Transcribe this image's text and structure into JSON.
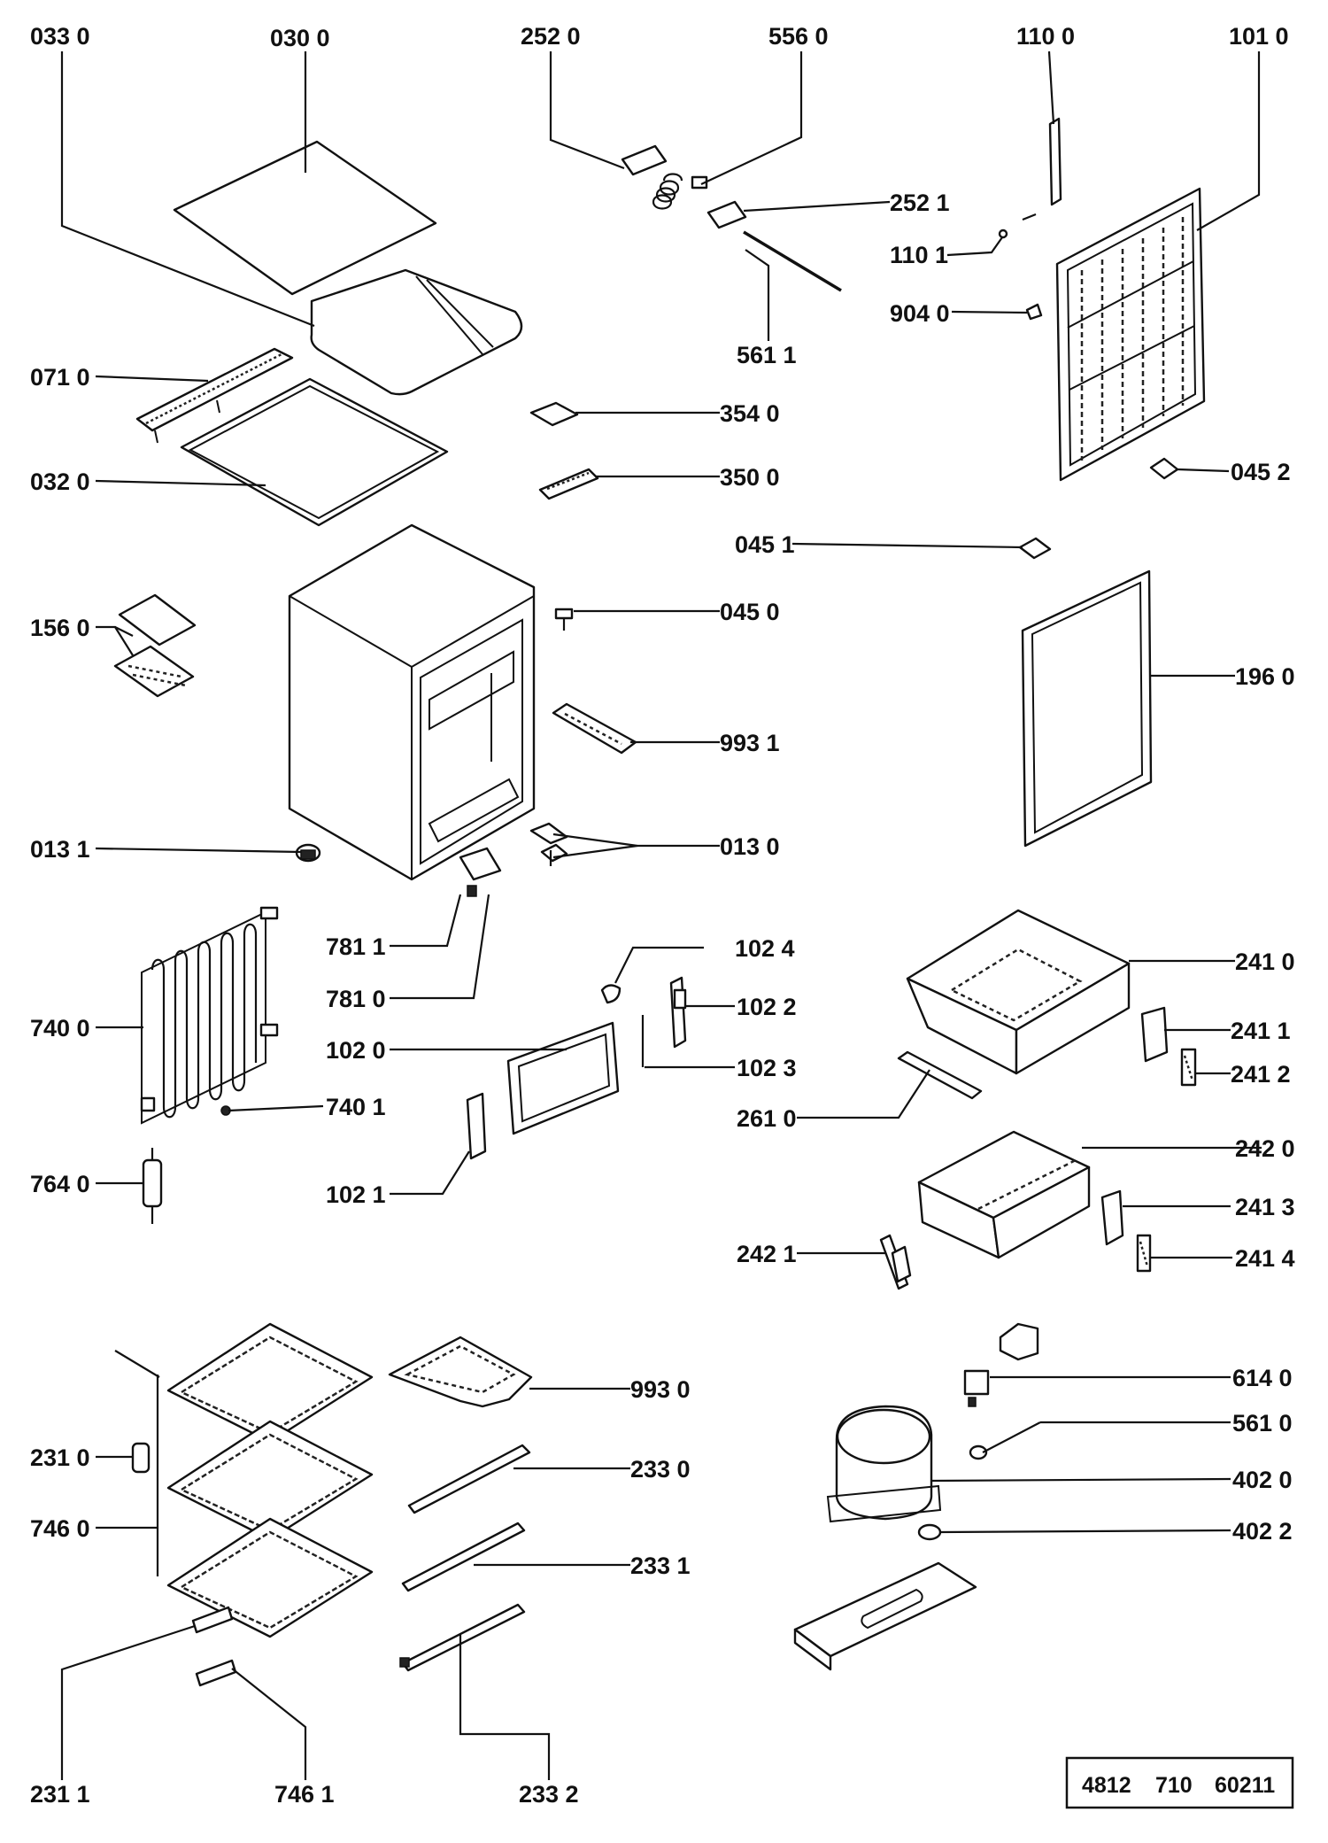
{
  "labels": {
    "l0330": "033 0",
    "l0300": "030 0",
    "l2520": "252 0",
    "l5560": "556 0",
    "l1100": "110 0",
    "l1010": "101 0",
    "l2521": "252 1",
    "l1101": "110 1",
    "l9040": "904 0",
    "l5611": "561 1",
    "l0710": "071 0",
    "l3540": "354 0",
    "l0320": "032 0",
    "l3500": "350 0",
    "l0452": "045 2",
    "l0451": "045 1",
    "l0450": "045 0",
    "l1560": "156 0",
    "l1960": "196 0",
    "l9931": "993 1",
    "l0131": "013 1",
    "l0130": "013 0",
    "l7811": "781 1",
    "l7810": "781 0",
    "l1024": "102 4",
    "l2410": "241 0",
    "l7400": "740 0",
    "l1022": "102 2",
    "l1020": "102 0",
    "l2411": "241 1",
    "l1023": "102 3",
    "l2412": "241 2",
    "l7401": "740 1",
    "l2610": "261 0",
    "l7640": "764 0",
    "l2420": "242 0",
    "l1021": "102 1",
    "l2413": "241 3",
    "l2421": "242 1",
    "l2414": "241 4",
    "l9930": "993 0",
    "l6140": "614 0",
    "l5610": "561 0",
    "l2310": "231 0",
    "l2330": "233 0",
    "l4020": "402 0",
    "l7460": "746 0",
    "l4022": "402 2",
    "l2331": "233 1",
    "l2311": "231 1",
    "l7461": "746 1",
    "l2332": "233 2"
  },
  "doc_number": {
    "part1": "4812",
    "part2": "710",
    "part3": "60211"
  }
}
